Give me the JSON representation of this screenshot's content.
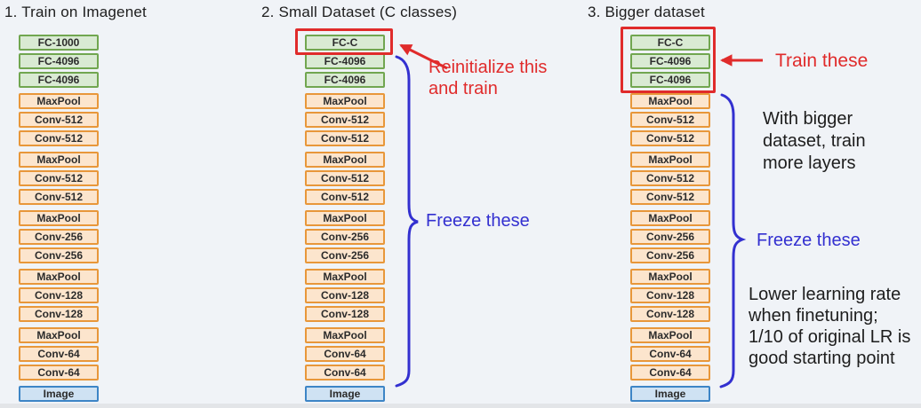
{
  "colors": {
    "background": "#f0f3f7",
    "fc_fill": "#d9ead3",
    "fc_border": "#71a650",
    "conv_fill": "#fce5cd",
    "conv_border": "#e8973a",
    "input_fill": "#cfe2f3",
    "input_border": "#3d85c6",
    "annotation_red": "#e02b2b",
    "annotation_blue": "#3330d0"
  },
  "columns": [
    {
      "title": "1. Train on Imagenet",
      "groups": [
        {
          "type": "fc",
          "labels": [
            "FC-1000",
            "FC-4096",
            "FC-4096"
          ]
        },
        {
          "type": "conv",
          "labels": [
            "MaxPool",
            "Conv-512",
            "Conv-512"
          ]
        },
        {
          "type": "conv",
          "labels": [
            "MaxPool",
            "Conv-512",
            "Conv-512"
          ]
        },
        {
          "type": "conv",
          "labels": [
            "MaxPool",
            "Conv-256",
            "Conv-256"
          ]
        },
        {
          "type": "conv",
          "labels": [
            "MaxPool",
            "Conv-128",
            "Conv-128"
          ]
        },
        {
          "type": "conv",
          "labels": [
            "MaxPool",
            "Conv-64",
            "Conv-64"
          ]
        },
        {
          "type": "input",
          "labels": [
            "Image"
          ]
        }
      ]
    },
    {
      "title": "2. Small Dataset (C classes)",
      "groups": [
        {
          "type": "fc",
          "labels": [
            "FC-C",
            "FC-4096",
            "FC-4096"
          ]
        },
        {
          "type": "conv",
          "labels": [
            "MaxPool",
            "Conv-512",
            "Conv-512"
          ]
        },
        {
          "type": "conv",
          "labels": [
            "MaxPool",
            "Conv-512",
            "Conv-512"
          ]
        },
        {
          "type": "conv",
          "labels": [
            "MaxPool",
            "Conv-256",
            "Conv-256"
          ]
        },
        {
          "type": "conv",
          "labels": [
            "MaxPool",
            "Conv-128",
            "Conv-128"
          ]
        },
        {
          "type": "conv",
          "labels": [
            "MaxPool",
            "Conv-64",
            "Conv-64"
          ]
        },
        {
          "type": "input",
          "labels": [
            "Image"
          ]
        }
      ],
      "annotations": {
        "reinitialize": "Reinitialize this and train",
        "freeze": "Freeze these"
      }
    },
    {
      "title": "3. Bigger dataset",
      "groups": [
        {
          "type": "fc",
          "labels": [
            "FC-C",
            "FC-4096",
            "FC-4096"
          ]
        },
        {
          "type": "conv",
          "labels": [
            "MaxPool",
            "Conv-512",
            "Conv-512"
          ]
        },
        {
          "type": "conv",
          "labels": [
            "MaxPool",
            "Conv-512",
            "Conv-512"
          ]
        },
        {
          "type": "conv",
          "labels": [
            "MaxPool",
            "Conv-256",
            "Conv-256"
          ]
        },
        {
          "type": "conv",
          "labels": [
            "MaxPool",
            "Conv-128",
            "Conv-128"
          ]
        },
        {
          "type": "conv",
          "labels": [
            "MaxPool",
            "Conv-64",
            "Conv-64"
          ]
        },
        {
          "type": "input",
          "labels": [
            "Image"
          ]
        }
      ],
      "annotations": {
        "train": "Train these",
        "bigger": "With bigger dataset, train more layers",
        "freeze": "Freeze these",
        "lr": "Lower learning rate when finetuning; 1/10 of original LR is good starting point"
      }
    }
  ]
}
